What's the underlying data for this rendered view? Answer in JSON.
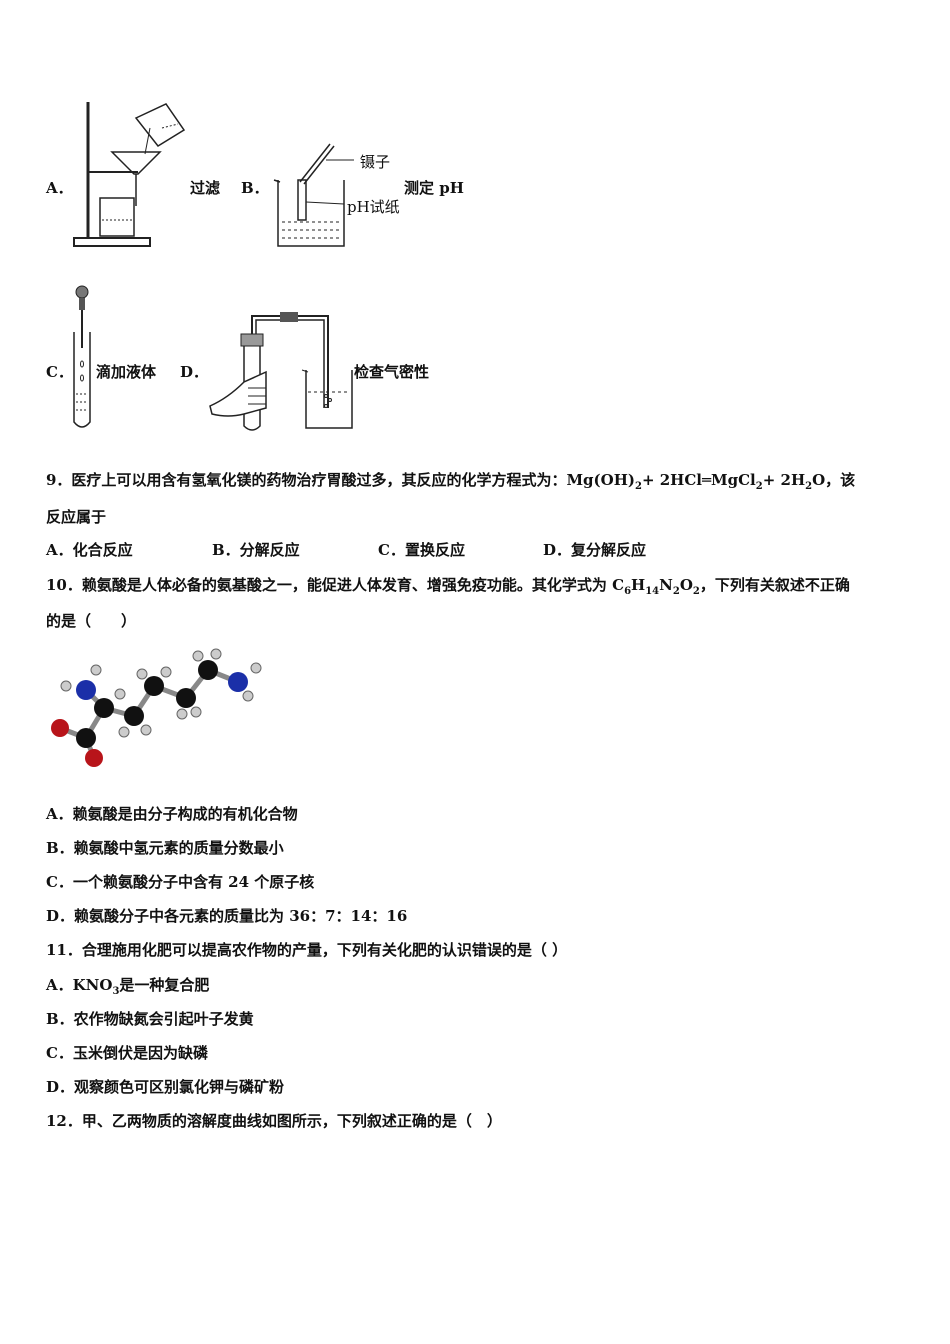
{
  "q8": {
    "optA": {
      "letter": "A．",
      "caption": "过滤"
    },
    "optB": {
      "letter": "B．",
      "caption": "测定 pH",
      "label_tweezers": "镊子",
      "label_paper": "pH试纸"
    },
    "optC": {
      "letter": "C．",
      "caption": "滴加液体"
    },
    "optD": {
      "letter": "D．",
      "caption": "检查气密性"
    }
  },
  "q9": {
    "line1_pre": "9．医疗上可以用含有氢氧化镁的药物治疗胃酸过多，其反应的化学方程式为：",
    "eq": {
      "mg": "Mg(OH)",
      "s1": "2",
      "mid": "+ 2HCl═MgCl",
      "s2": "2",
      "plus": "+ 2H",
      "s3": "2",
      "o": "O",
      "tail": "，该"
    },
    "line2": "反应属于",
    "options": [
      "A．化合反应",
      "B．分解反应",
      "C．置换反应",
      "D．复分解反应"
    ]
  },
  "q10": {
    "line1_pre": "10．赖氨酸是人体必备的氨基酸之一，能促进人体发育、增强免疫功能。其化学式为 ",
    "formula": {
      "c": "C",
      "s1": "6",
      "h": "H",
      "s2": "14",
      "n": "N",
      "s3": "2",
      "o": "O",
      "s4": "2"
    },
    "line1_post": "，下列有关叙述不正确",
    "line2": "的是（　　）",
    "options": [
      "A．赖氨酸是由分子构成的有机化合物",
      "B．赖氨酸中氢元素的质量分数最小",
      "C．一个赖氨酸分子中含有 24 个原子核",
      "D．赖氨酸分子中各元素的质量比为 36：7：14：16"
    ]
  },
  "q11": {
    "stem": "11．合理施用化肥可以提高农作物的产量，下列有关化肥的认识错误的是（ ）",
    "optA_pre": "A．KNO",
    "optA_sub": "3",
    "optA_post": "是一种复合肥",
    "options": [
      "B．农作物缺氮会引起叶子发黄",
      "C．玉米倒伏是因为缺磷",
      "D．观察颜色可区别氯化钾与磷矿粉"
    ]
  },
  "q12": {
    "stem": "12．甲、乙两物质的溶解度曲线如图所示，下列叙述正确的是（　）"
  }
}
